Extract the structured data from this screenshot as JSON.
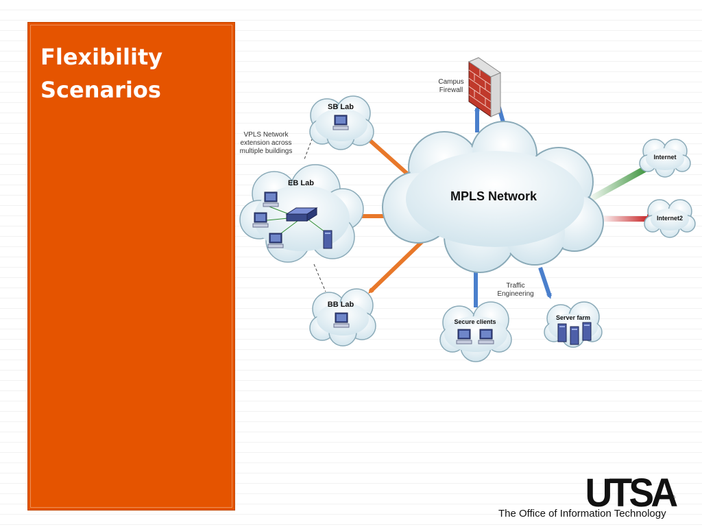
{
  "slide": {
    "title": "Flexibility\nScenarios",
    "accent_color": "#e55400"
  },
  "diagram": {
    "center": "MPLS Network",
    "nodes": {
      "sb_lab": "SB Lab",
      "eb_lab": "EB Lab",
      "bb_lab": "BB Lab",
      "internet": "Internet",
      "internet2": "Internet2",
      "secure_clients": "Secure clients",
      "server_farm": "Server farm"
    },
    "annotations": {
      "vpls": [
        "VPLS Network",
        "extension across",
        "multiple buildings"
      ],
      "firewall": [
        "Campus",
        "Firewall"
      ],
      "traffic": [
        "Traffic",
        "Engineering"
      ]
    },
    "colors": {
      "arrow_orange": "#e8782a",
      "arrow_blue": "#4a7fcc",
      "arrow_green": "#3a8a3a",
      "arrow_red": "#c8282a",
      "cloud_fill": "#e6f1f6",
      "cloud_stroke": "#8aaab8"
    }
  },
  "footer": {
    "logo": "UTSA",
    "registered": "®",
    "office": "The Office of Information Technology"
  }
}
